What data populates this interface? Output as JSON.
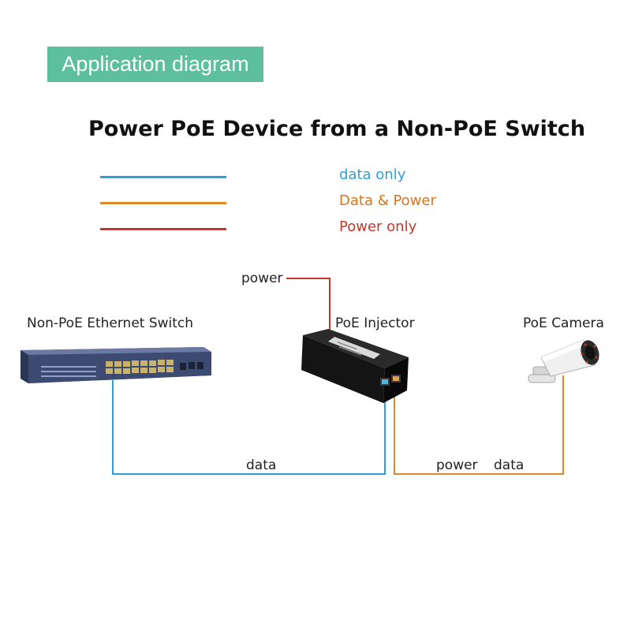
{
  "header": {
    "badge": "Application diagram"
  },
  "title": "Power PoE Device from a Non-PoE Switch",
  "legend": [
    {
      "label": "data only",
      "color": "#2e9fd6"
    },
    {
      "label": "Data & Power",
      "color": "#e0892a"
    },
    {
      "label": "Power only",
      "color": "#c0392b"
    }
  ],
  "devices": {
    "switch": "Non-PoE Ethernet Switch",
    "injector": "PoE Injector",
    "camera": "PoE Camera"
  },
  "links": {
    "power_in": "power",
    "switch_to_injector": "data",
    "injector_to_camera_power": "power",
    "injector_to_camera_data": "data"
  },
  "colors": {
    "badge": "#5dbf9d",
    "data": "#2e9fd6",
    "data_power": "#e0892a",
    "power": "#c0392b"
  }
}
